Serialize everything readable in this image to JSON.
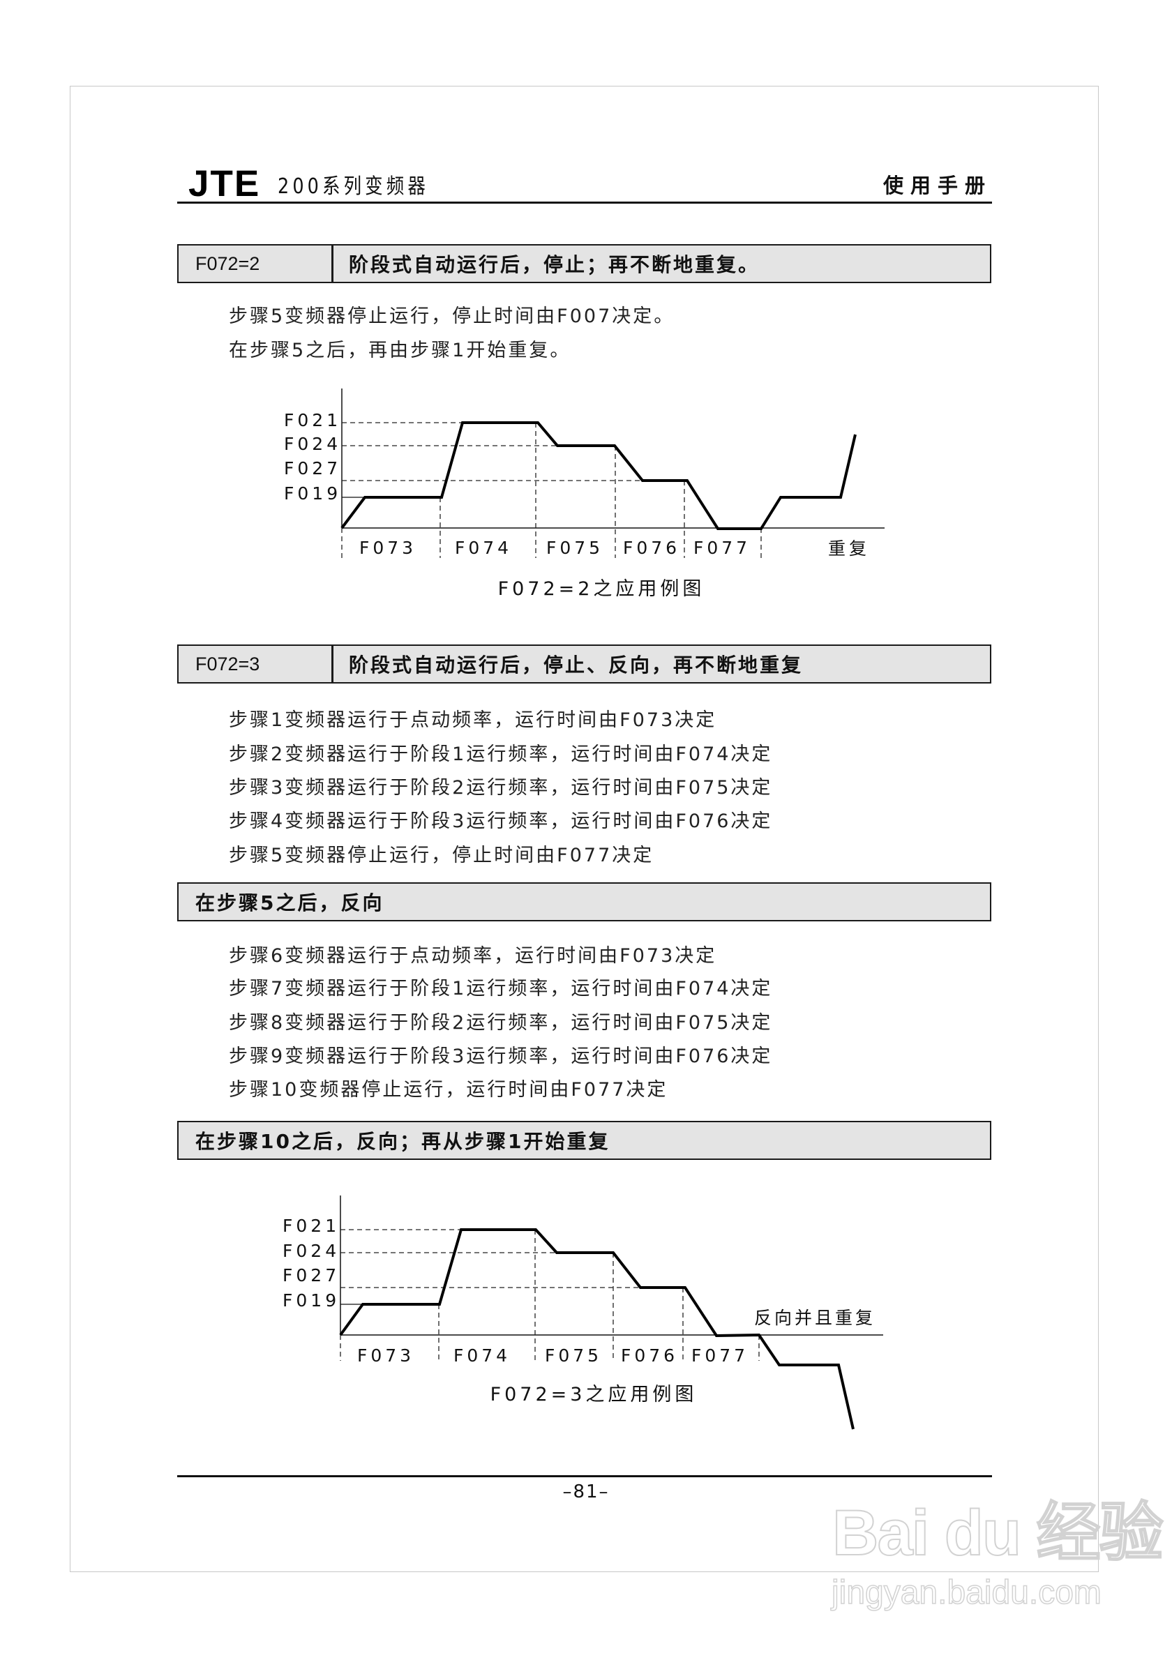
{
  "header": {
    "brand": "JTE",
    "series": "200系列变频器",
    "manual": "使用手册"
  },
  "section_2": {
    "code": "F072=2",
    "title": "阶段式自动运行后，停止；再不断地重复。",
    "lines": [
      "步骤5变频器停止运行，停止时间由F007决定。",
      "在步骤5之后，再由步骤1开始重复。"
    ]
  },
  "section_3": {
    "code": "F072=3",
    "title": "阶段式自动运行后，停止、反向，再不断地重复",
    "lines": [
      "步骤1变频器运行于点动频率，运行时间由F073决定",
      "步骤2变频器运行于阶段1运行频率，运行时间由F074决定",
      "步骤3变频器运行于阶段2运行频率，运行时间由F075决定",
      "步骤4变频器运行于阶段3运行频率，运行时间由F076决定",
      "步骤5变频器停止运行，停止时间由F077决定"
    ],
    "sub_title_1": "在步骤5之后，反向",
    "sub_lines_1": [
      "步骤6变频器运行于点动频率，运行时间由F073决定",
      "步骤7变频器运行于阶段1运行频率，运行时间由F074决定",
      "步骤8变频器运行于阶段2运行频率，运行时间由F075决定",
      "步骤9变频器运行于阶段3运行频率，运行时间由F076决定",
      "步骤10变频器停止运行，运行时间由F077决定"
    ],
    "sub_title_2": "在步骤10之后，反向；再从步骤1开始重复"
  },
  "chart_data": [
    {
      "type": "line",
      "title": "F072=2之应用例图",
      "ylabels": [
        "F021",
        "F024",
        "F027",
        "F019"
      ],
      "xlabels": [
        "F073",
        "F074",
        "F075",
        "F076",
        "F077",
        "重复"
      ],
      "series": [
        {
          "name": "frequency",
          "segments": [
            "ramp up",
            "F019",
            "ramp",
            "F021",
            "ramp",
            "F024",
            "ramp",
            "F027",
            "ramp",
            "0",
            "ramp",
            "F019",
            "rising"
          ],
          "levels_by_step": {
            "F073": "F019",
            "F074": "F021",
            "F075": "F024",
            "F076": "F027",
            "F077": 0,
            "重复": "F019"
          }
        }
      ],
      "grid": "dashed reference lines at levels and step boundaries",
      "annotation": "重复"
    },
    {
      "type": "line",
      "title": "F072=3之应用例图",
      "ylabels": [
        "F021",
        "F024",
        "F027",
        "F019"
      ],
      "xlabels": [
        "F073",
        "F074",
        "F075",
        "F076",
        "F077"
      ],
      "series": [
        {
          "name": "frequency",
          "levels_by_step": {
            "F073": "F019",
            "F074": "F021",
            "F075": "F024",
            "F076": "F027",
            "F077": 0,
            "after": "-F019 then falling (reverse)"
          }
        }
      ],
      "grid": "dashed reference lines at levels and step boundaries",
      "annotation": "反向并且重复"
    }
  ],
  "chart1": {
    "y_labels": [
      "F021",
      "F024",
      "F027",
      "F019"
    ],
    "x_labels": [
      "F073",
      "F074",
      "F075",
      "F076",
      "F077"
    ],
    "repeat_label": "重复",
    "caption": "F072=2之应用例图"
  },
  "chart2": {
    "y_labels": [
      "F021",
      "F024",
      "F027",
      "F019"
    ],
    "x_labels": [
      "F073",
      "F074",
      "F075",
      "F076",
      "F077"
    ],
    "annotation": "反向并且重复",
    "caption": "F072=3之应用例图"
  },
  "footer": {
    "page_number": "–81–"
  },
  "watermark": {
    "logo": "Bai du 经验",
    "url": "jingyan.baidu.com"
  }
}
